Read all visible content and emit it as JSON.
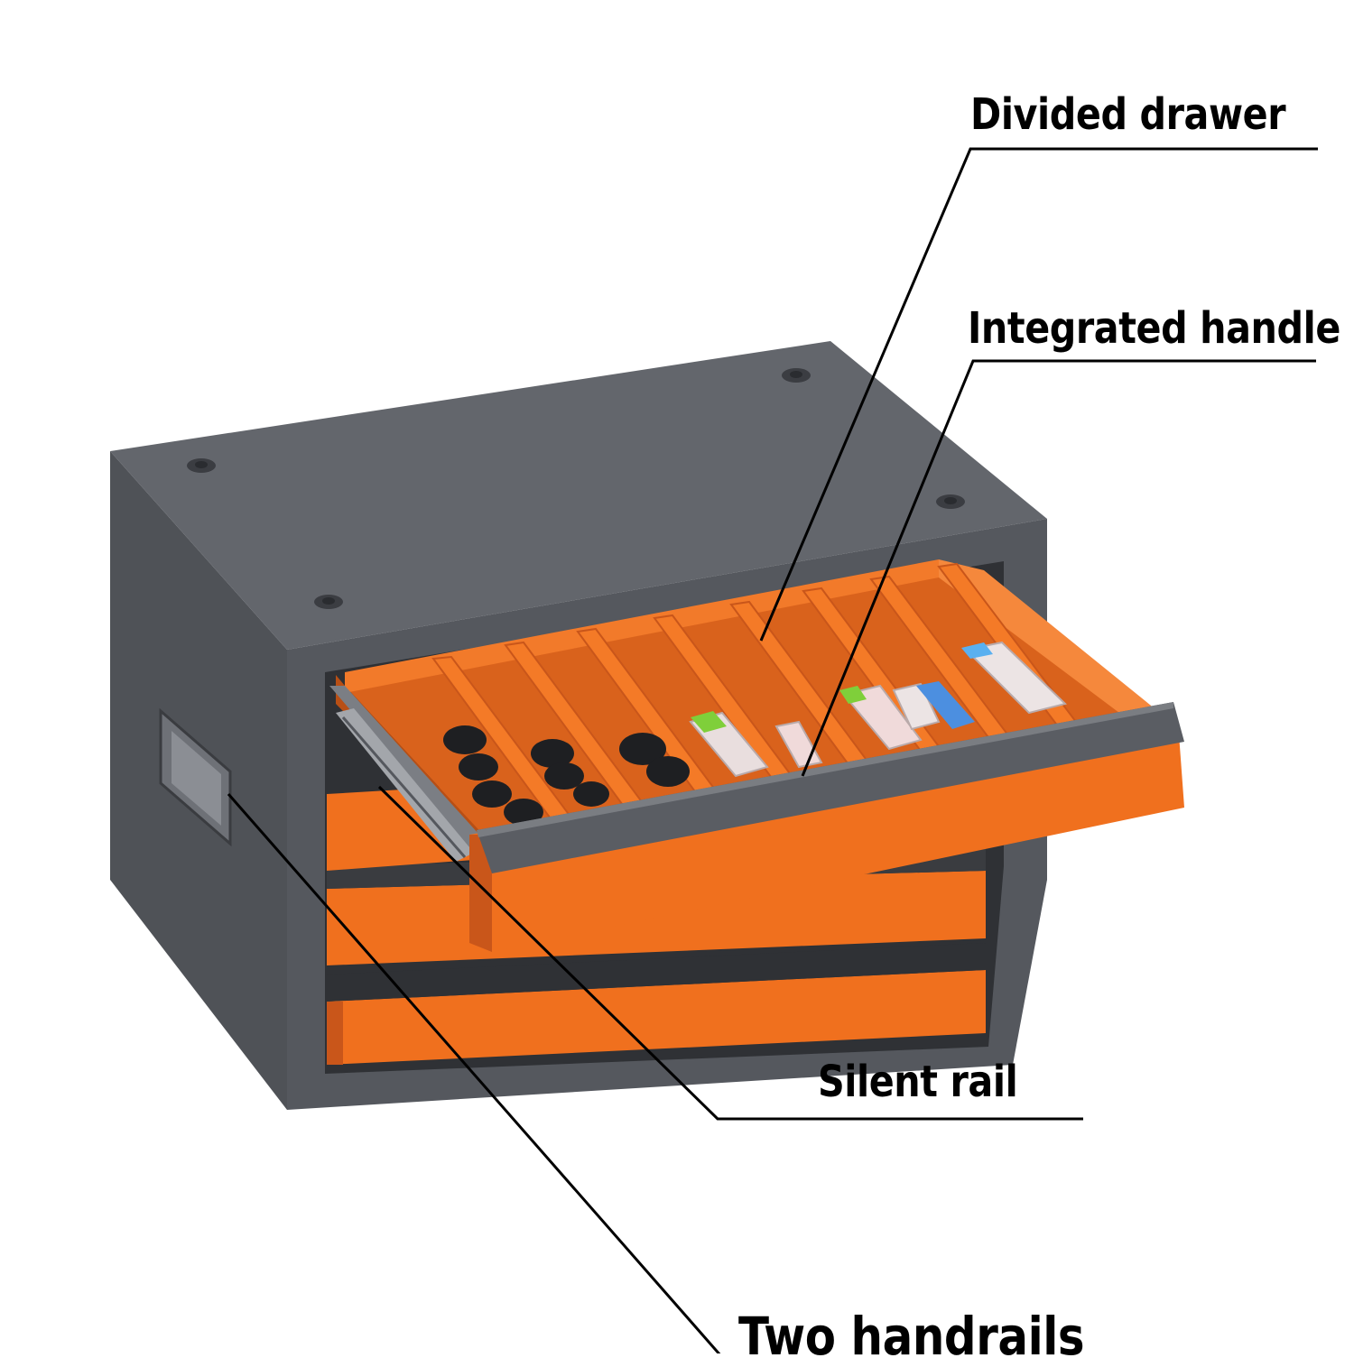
{
  "callouts": {
    "divided_drawer": "Divided drawer",
    "integrated_handle": "Integrated handle",
    "silent_rail": "Silent rail",
    "two_handrails": "Two handrails"
  },
  "colors": {
    "cabinet_gray": "#5a5d63",
    "cabinet_dark": "#45484d",
    "drawer_orange": "#f0701e",
    "drawer_orange_dark": "#c9561a",
    "leader_line": "#000000",
    "background": "#ffffff"
  }
}
